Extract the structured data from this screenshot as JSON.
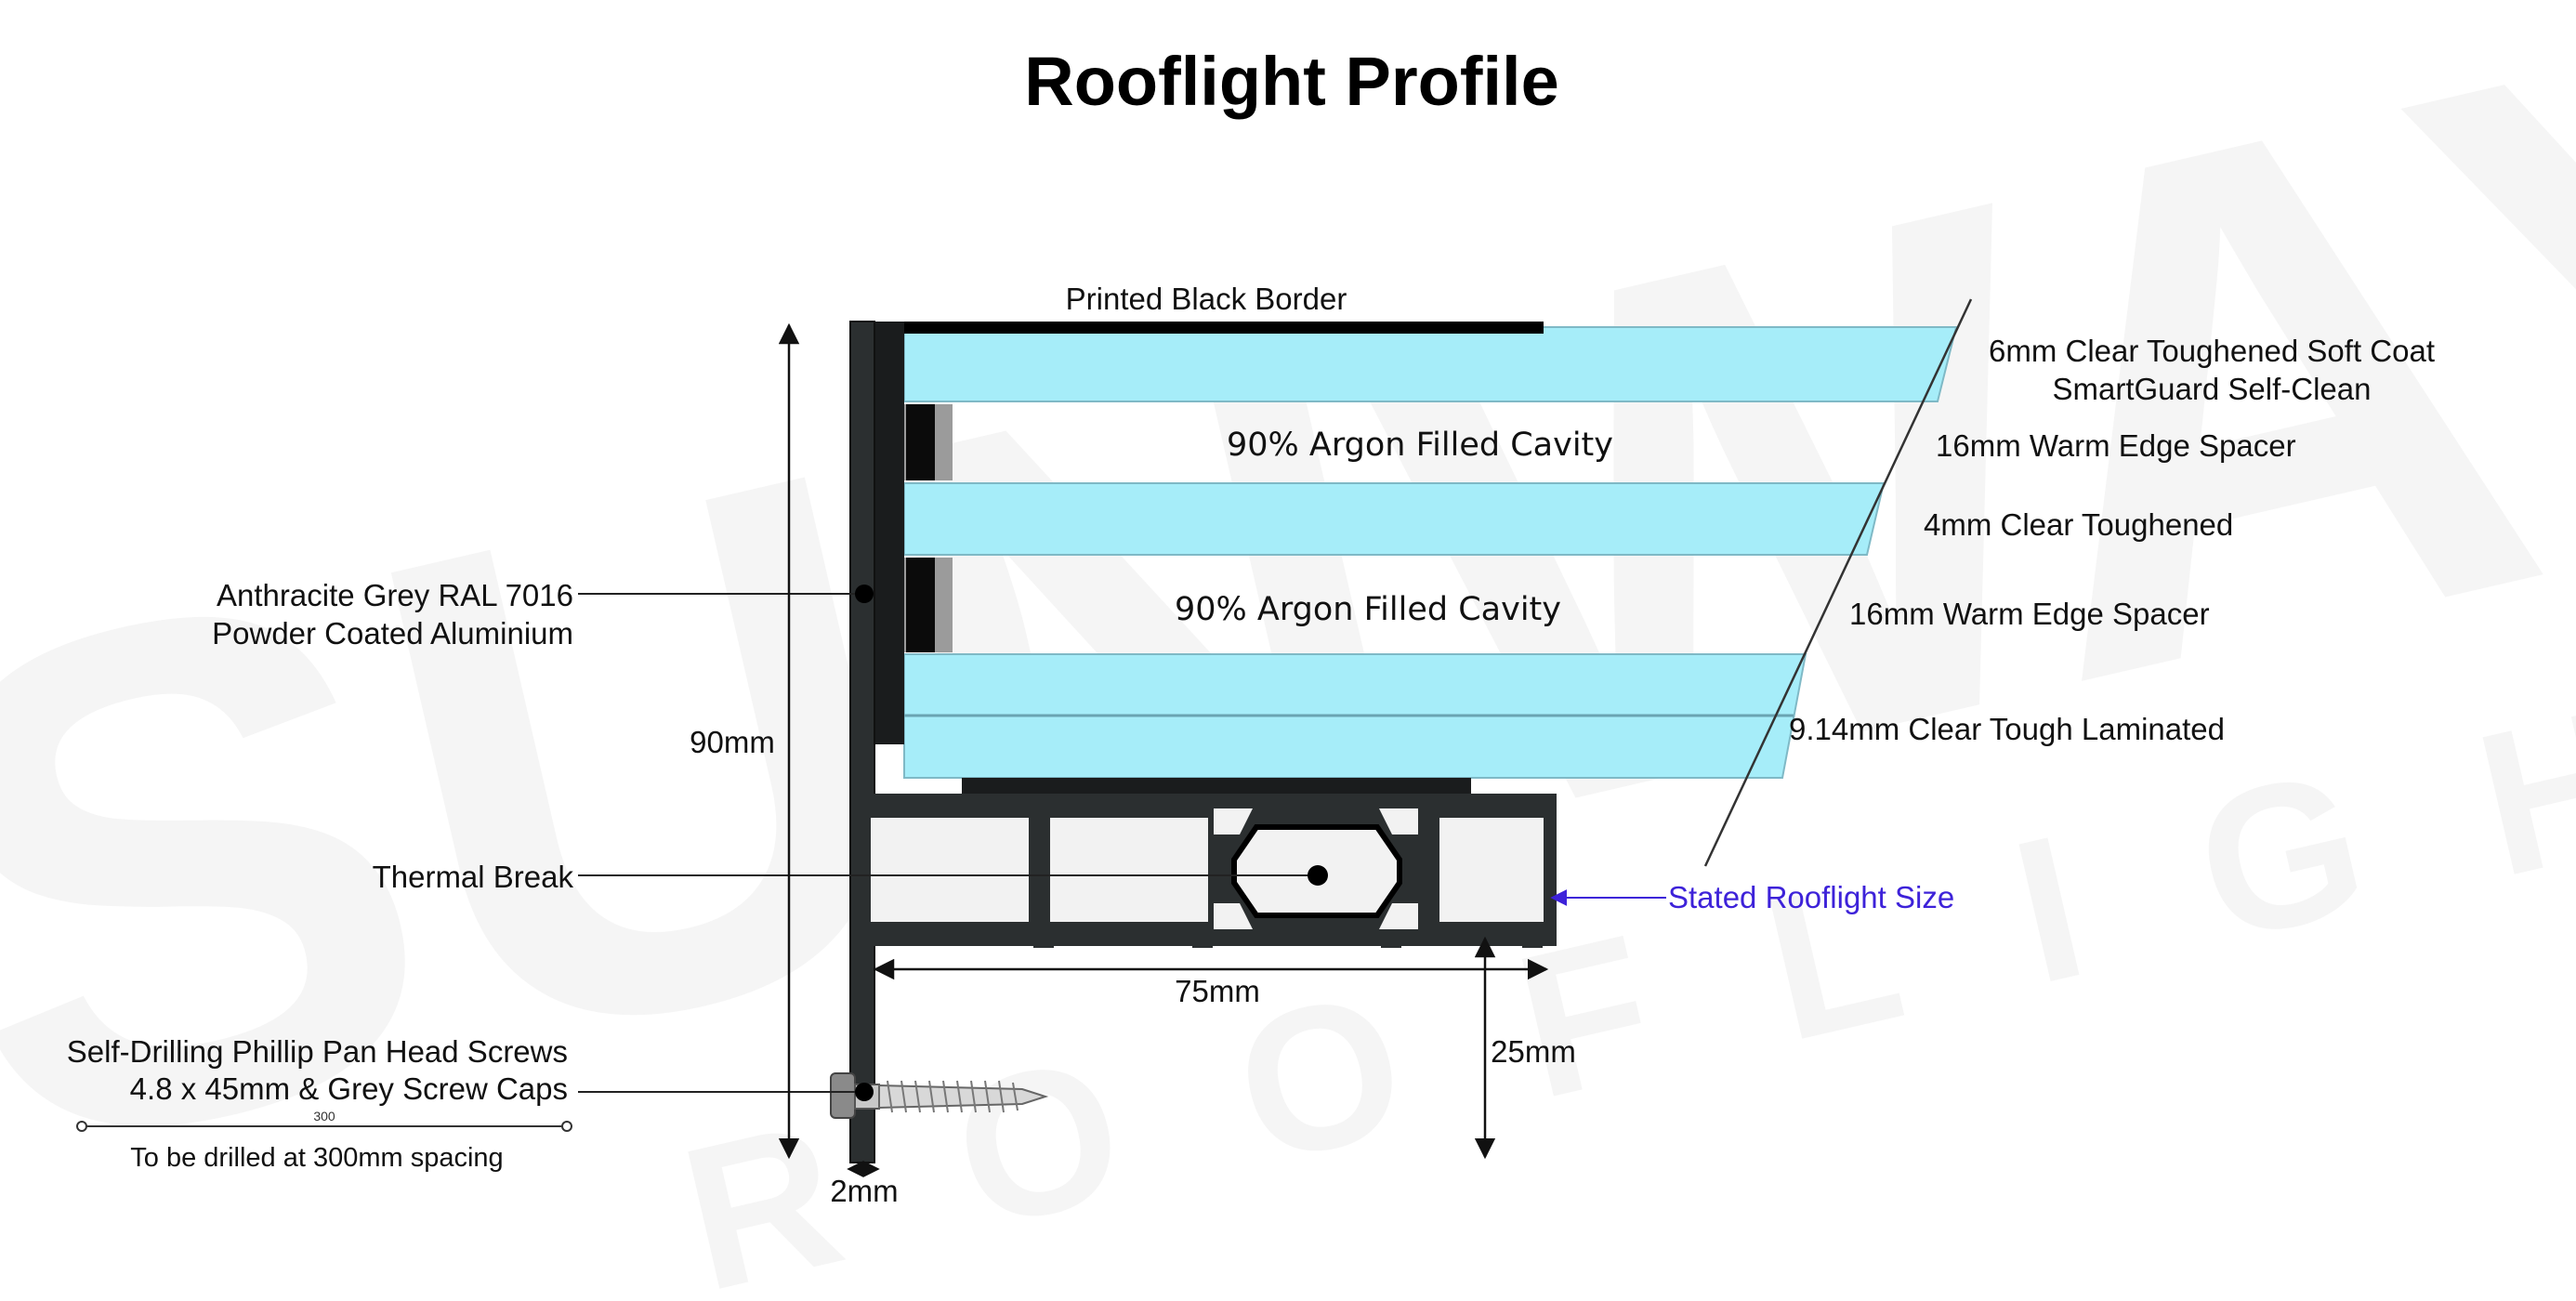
{
  "title": "Rooflight Profile",
  "colors": {
    "glass": "#a6edf9",
    "glass_line": "#7fb9c6",
    "frame": "#2b2f30",
    "frame_dark": "#1a1c1d",
    "spacer": "#0b0b0b",
    "spacer_grey": "#8a8a8a",
    "leader": "#222222",
    "accent_blue": "#3d22d9",
    "watermark": "#000000"
  },
  "labels": {
    "printed_border": "Printed Black Border",
    "glass_top_line1": "6mm Clear Toughened Soft Coat",
    "glass_top_line2": "SmartGuard Self-Clean",
    "spacer_top": "16mm Warm Edge Spacer",
    "glass_mid": "4mm Clear Toughened",
    "spacer_bottom": "16mm Warm Edge Spacer",
    "glass_bottom": "9.14mm Clear Tough Laminated",
    "cavity_top": "90% Argon Filled Cavity",
    "cavity_bottom": "90% Argon Filled Cavity",
    "frame_line1": "Anthracite Grey RAL 7016",
    "frame_line2": "Powder Coated Aluminium",
    "thermal_break": "Thermal Break",
    "screws_line1": "Self-Drilling Phillip Pan Head Screws",
    "screws_line2": "4.8 x 45mm & Grey Screw Caps",
    "spacing_value": "300",
    "spacing_note": "To be drilled at 300mm spacing",
    "stated_size": "Stated Rooflight Size"
  },
  "dimensions": {
    "height": "90mm",
    "width": "75mm",
    "upstand": "25mm",
    "wall": "2mm"
  },
  "watermark": {
    "word1": "SUNWAY",
    "word2": "ROOFLIGHTS"
  }
}
